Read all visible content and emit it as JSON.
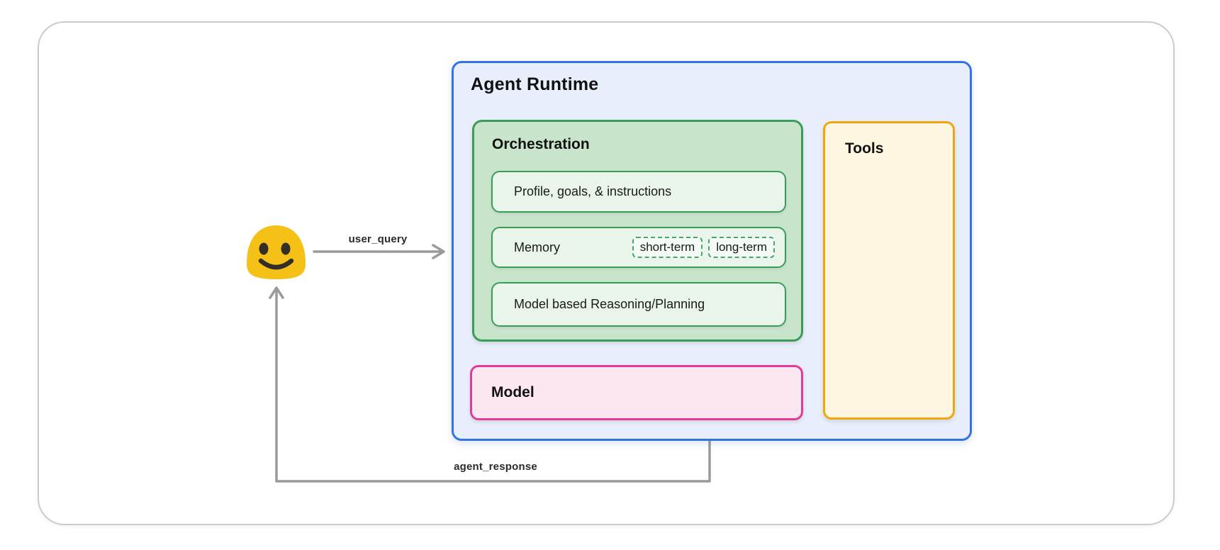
{
  "diagram": {
    "agent_runtime": {
      "title": "Agent Runtime"
    },
    "orchestration": {
      "title": "Orchestration",
      "profile_label": "Profile, goals, & instructions",
      "memory_label": "Memory",
      "memory_chips": [
        "short-term",
        "long-term"
      ],
      "reasoning_label": "Model based Reasoning/Planning"
    },
    "model": {
      "label": "Model"
    },
    "tools": {
      "label": "Tools"
    },
    "flows": {
      "user_query_label": "user_query",
      "agent_response_label": "agent_response"
    },
    "colors": {
      "runtime_border": "#3572e4",
      "runtime_fill": "#e8eefb",
      "orchestration_border": "#3b9c58",
      "orchestration_fill": "#c8e5cc",
      "orchestration_item_fill": "#e9f5eb",
      "model_border": "#e23d96",
      "model_fill": "#fce6f1",
      "tools_border": "#f2a60d",
      "tools_fill": "#fdf6e0",
      "arrow": "#9a9a9a",
      "user_icon": "#f5c116",
      "card_border": "#cbcbcb"
    }
  }
}
